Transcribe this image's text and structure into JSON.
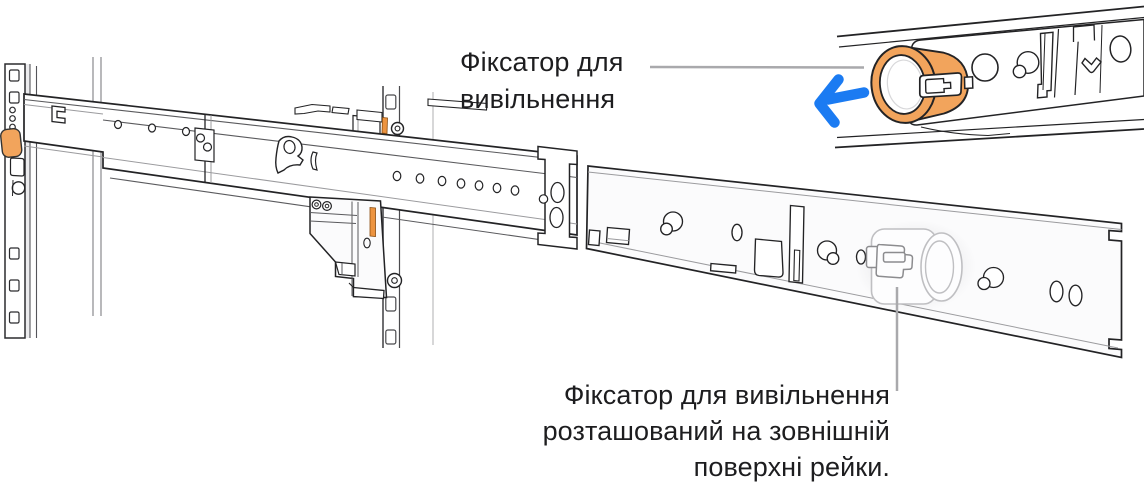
{
  "callouts": {
    "top": {
      "line1": "Фіксатор для",
      "line2": "вивільнення"
    },
    "bottom": {
      "line1": "Фіксатор для вивільнення",
      "line2": "розташований на зовнішній",
      "line3": "поверхні рейки."
    }
  },
  "icons": {
    "arrow_direction": "left"
  },
  "colors": {
    "latch_orange": "#F2A45C",
    "accent_orange": "#ED9440",
    "arrow_blue": "#1B7BF2",
    "callout_line_gray": "#A9A9AC",
    "outline_ink": "#232325",
    "line_mid": "#5A5A5D",
    "line_light": "#9B9B9E",
    "ghost_gray": "#BFBFC2",
    "ghost_dark": "#8C8C8F",
    "text_color": "#1D1D1F",
    "background": "#FFFFFF"
  }
}
